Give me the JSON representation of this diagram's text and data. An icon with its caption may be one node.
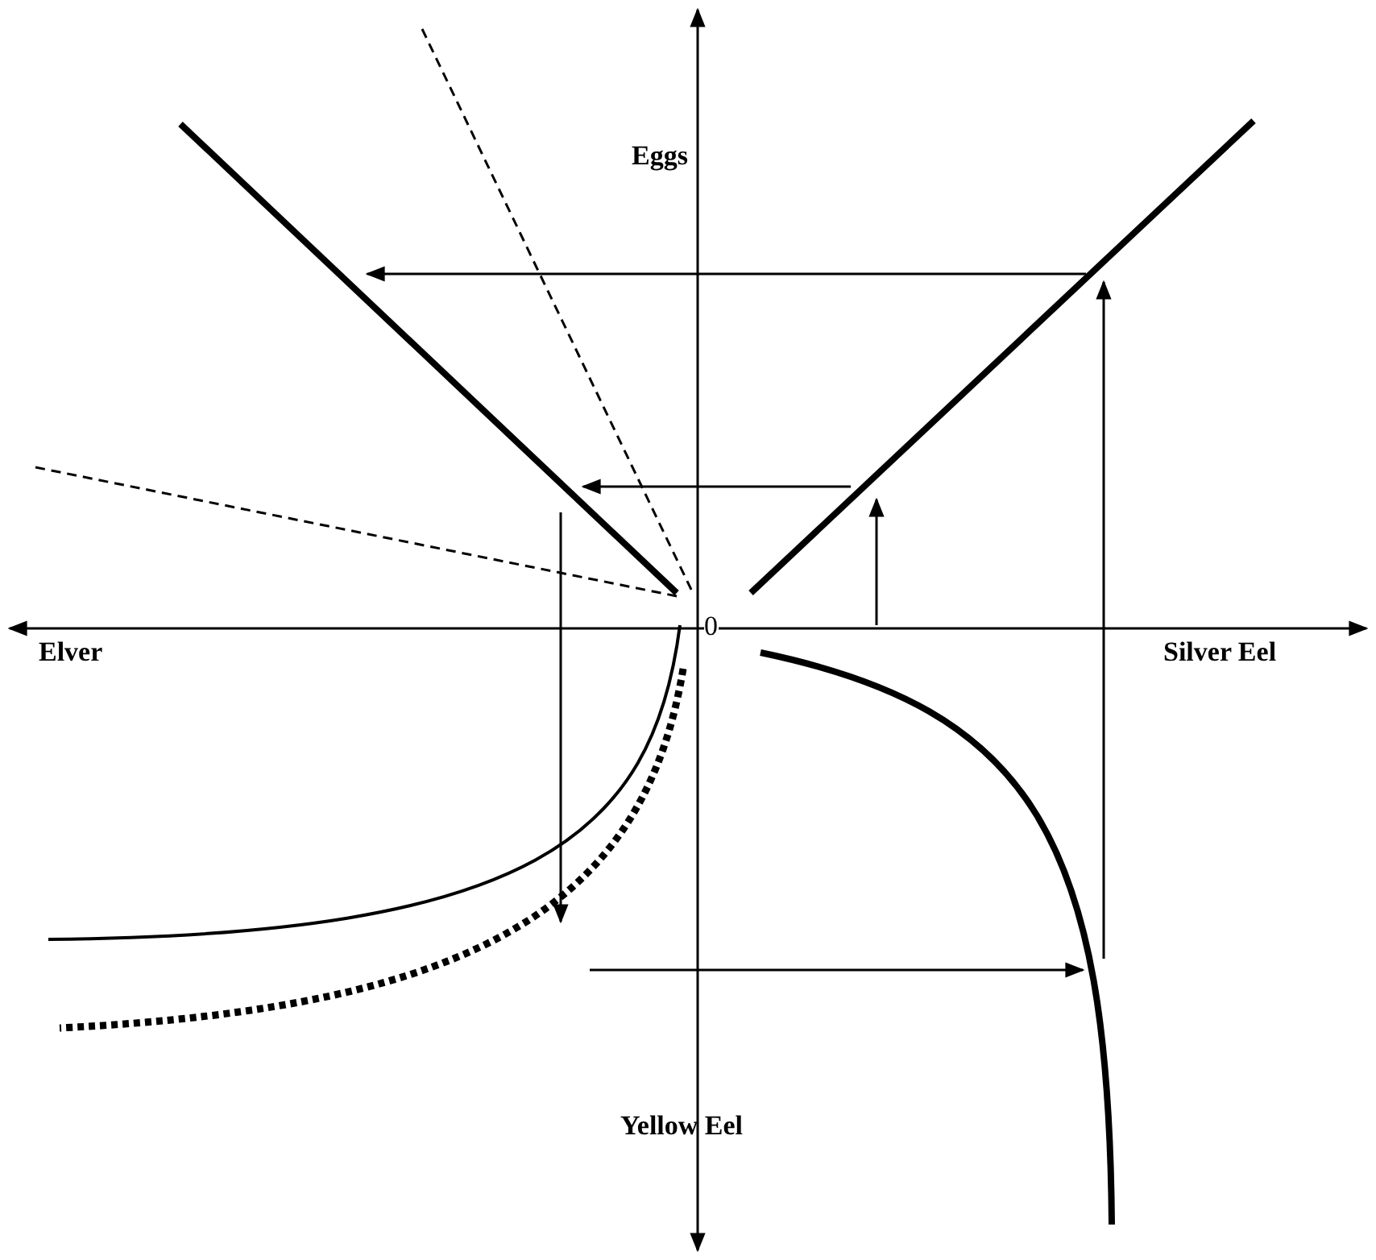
{
  "diagram": {
    "labels": [
      "Eggs",
      "0",
      "Elver",
      "Silver Eel",
      "Yellow Eel"
    ]
  }
}
